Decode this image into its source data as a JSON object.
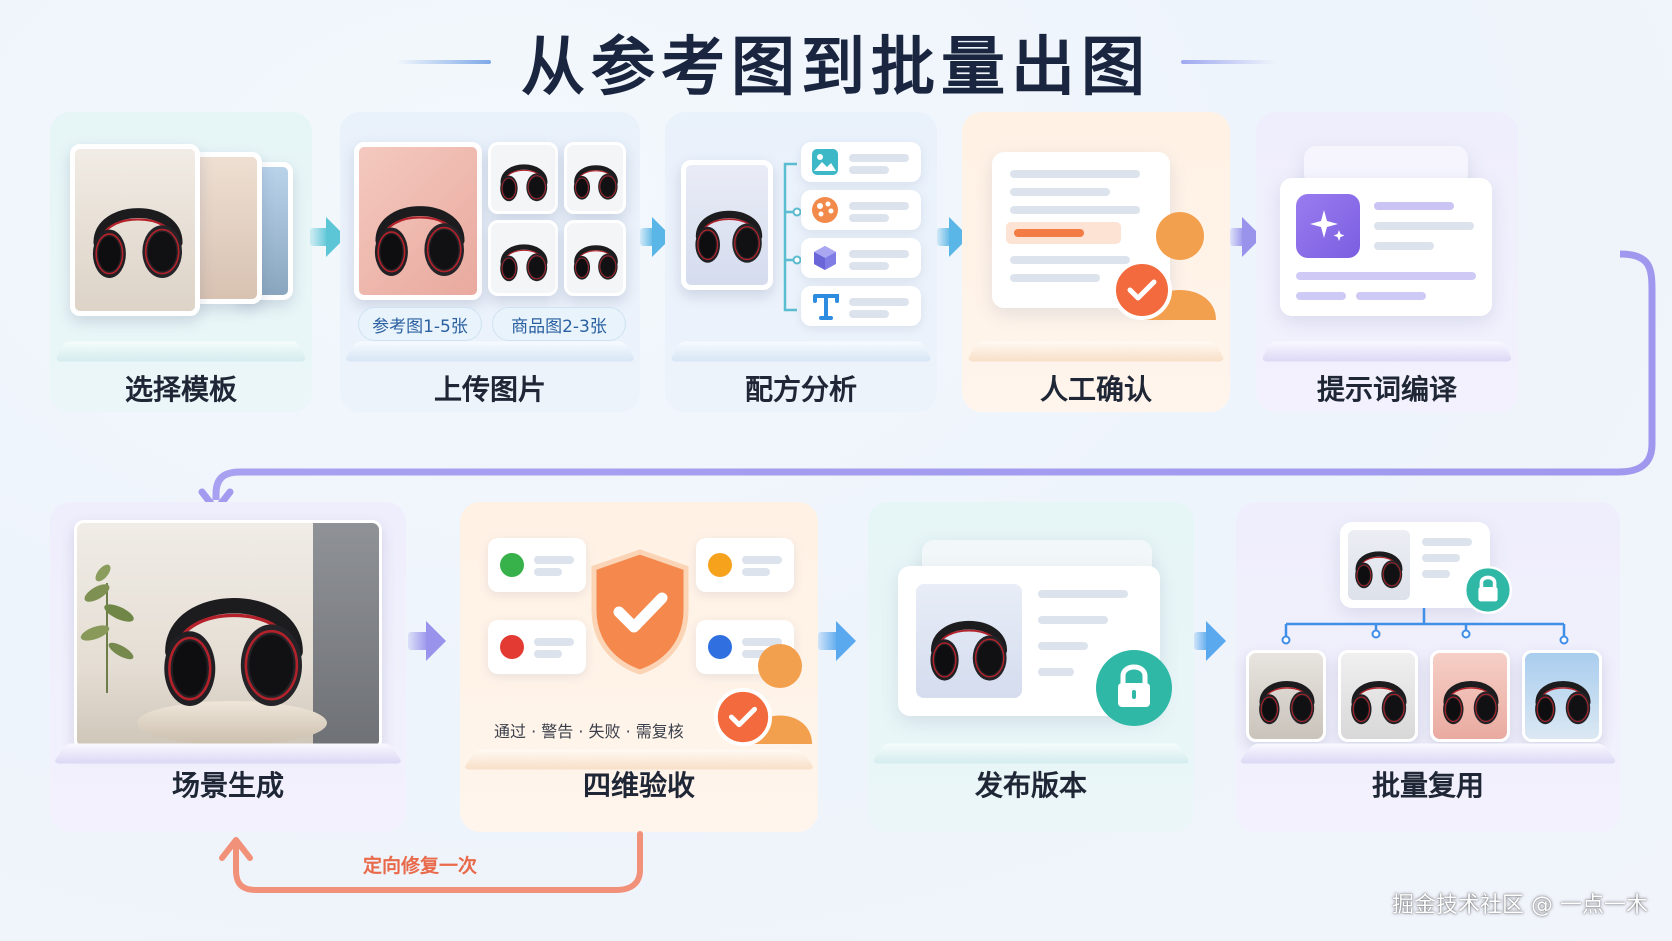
{
  "title": "从参考图到批量出图",
  "steps": [
    {
      "label": "选择模板",
      "theme": "teal"
    },
    {
      "label": "上传图片",
      "theme": "blue",
      "chips": [
        "参考图1-5张",
        "商品图2-3张"
      ]
    },
    {
      "label": "配方分析",
      "theme": "blue"
    },
    {
      "label": "人工确认",
      "theme": "orange"
    },
    {
      "label": "提示词编译",
      "theme": "purple"
    },
    {
      "label": "场景生成",
      "theme": "purple"
    },
    {
      "label": "四维验收",
      "theme": "orange",
      "verdicts": "通过 · 警告 · 失败 · 需复核"
    },
    {
      "label": "发布版本",
      "theme": "teal"
    },
    {
      "label": "批量复用",
      "theme": "purple"
    }
  ],
  "loop_label": "定向修复一次",
  "watermark": "掘金技术社区 @ 一点一木",
  "colors": {
    "teal_arrow": "#5cc6d6",
    "blue_arrow": "#5aa8ee",
    "purple_arrow": "#9a93ec",
    "loop": "#f08a70",
    "accent_orange": "#f37c45",
    "accent_green": "#2fb8a6",
    "accent_purple": "#8a6ee8"
  },
  "icons": [
    "headphones-icon",
    "image-icon",
    "palette-icon",
    "cube-icon",
    "text-icon",
    "check-icon",
    "person-icon",
    "sparkle-icon",
    "shield-icon",
    "lock-icon"
  ]
}
